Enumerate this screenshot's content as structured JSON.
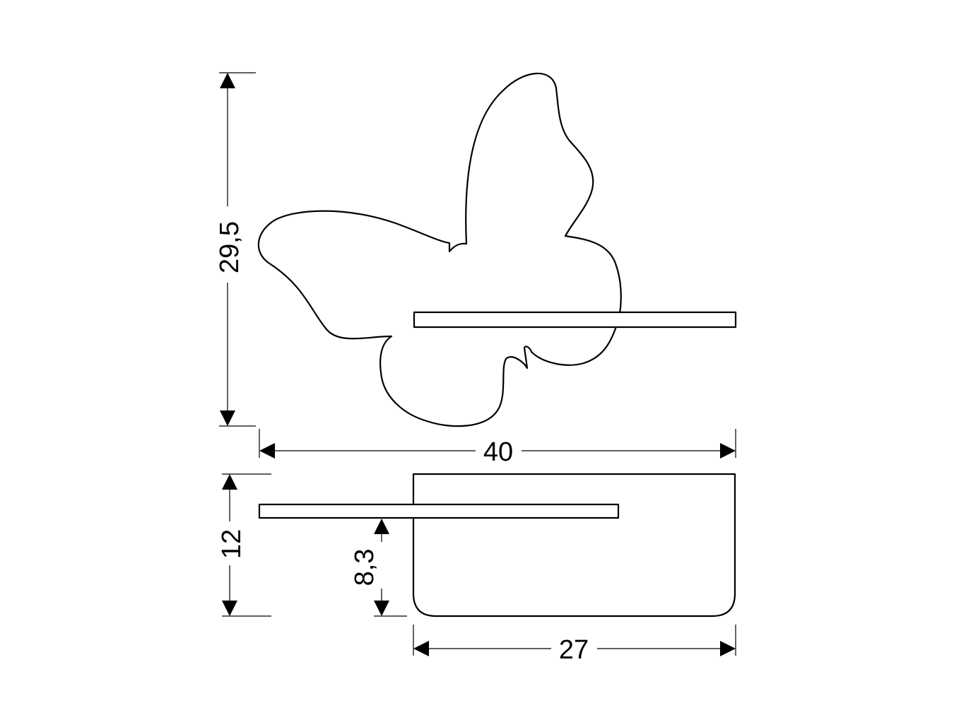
{
  "dimensions": {
    "overall_height": "29,5",
    "overall_width": "40",
    "side_height": "12",
    "shelf_height": "8,3",
    "shelf_width": "27"
  },
  "colors": {
    "line": "#000000",
    "background": "#ffffff"
  }
}
